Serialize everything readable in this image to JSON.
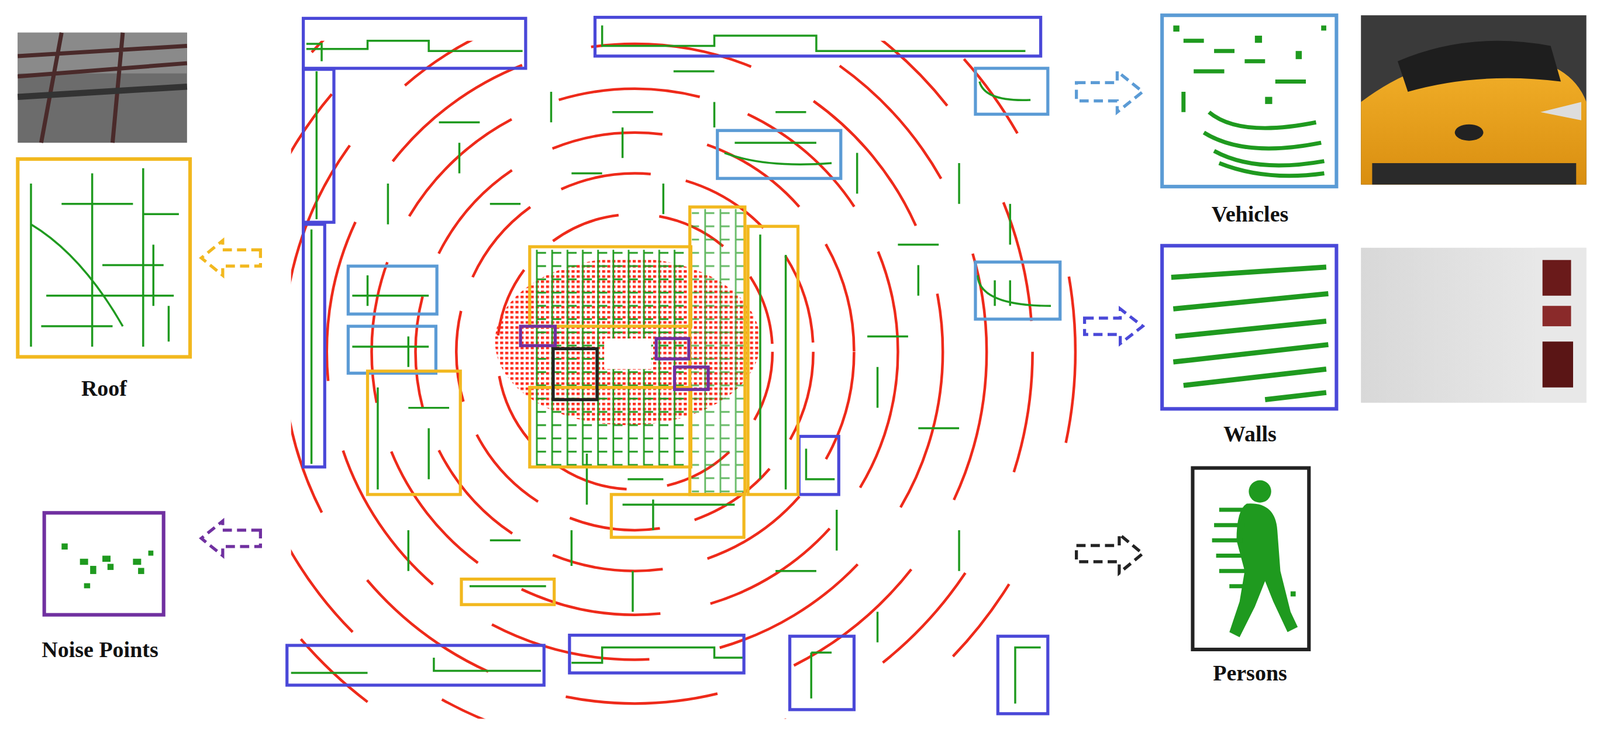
{
  "diagram": {
    "labels": [
      "Roof",
      "Noise Points",
      "Vehicles",
      "Walls",
      "Persons"
    ]
  }
}
